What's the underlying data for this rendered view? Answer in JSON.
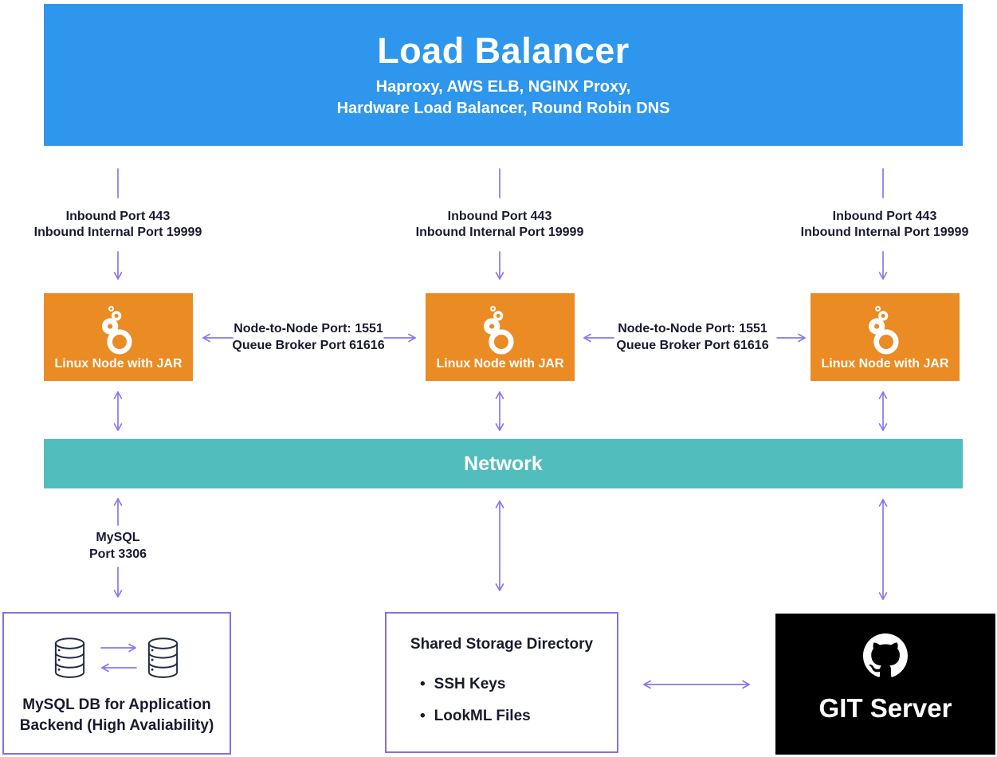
{
  "diagram": {
    "load_balancer": {
      "title": "Load Balancer",
      "subtitle_line1": "Haproxy, AWS ELB, NGINX Proxy,",
      "subtitle_line2": "Hardware Load Balancer, Round Robin DNS"
    },
    "inbound_label": {
      "line1": "Inbound Port 443",
      "line2": "Inbound Internal Port 19999"
    },
    "node": {
      "label": "Linux Node with JAR",
      "icon": "looker-logo"
    },
    "node_link": {
      "line1": "Node-to-Node Port: 1551",
      "line2": "Queue Broker Port 61616"
    },
    "network": {
      "label": "Network"
    },
    "mysql_link": {
      "line1": "MySQL",
      "line2": "Port 3306"
    },
    "mysql_box": {
      "line1": "MySQL DB for Application",
      "line2": "Backend (High Avaliability)",
      "icon": "database-cylinder"
    },
    "storage_box": {
      "title": "Shared Storage Directory",
      "bullet": "•",
      "items": [
        "SSH Keys",
        "LookML Files"
      ]
    },
    "git_box": {
      "label": "GIT Server",
      "icon": "github-octocat"
    },
    "colors": {
      "banner_blue": "#2e96ec",
      "node_orange": "#ea8b24",
      "network_teal": "#51bdbc",
      "arrow_purple": "#8678f0",
      "border_purple": "#8272de",
      "git_black": "#000000",
      "text_dark": "#191a2f"
    }
  }
}
